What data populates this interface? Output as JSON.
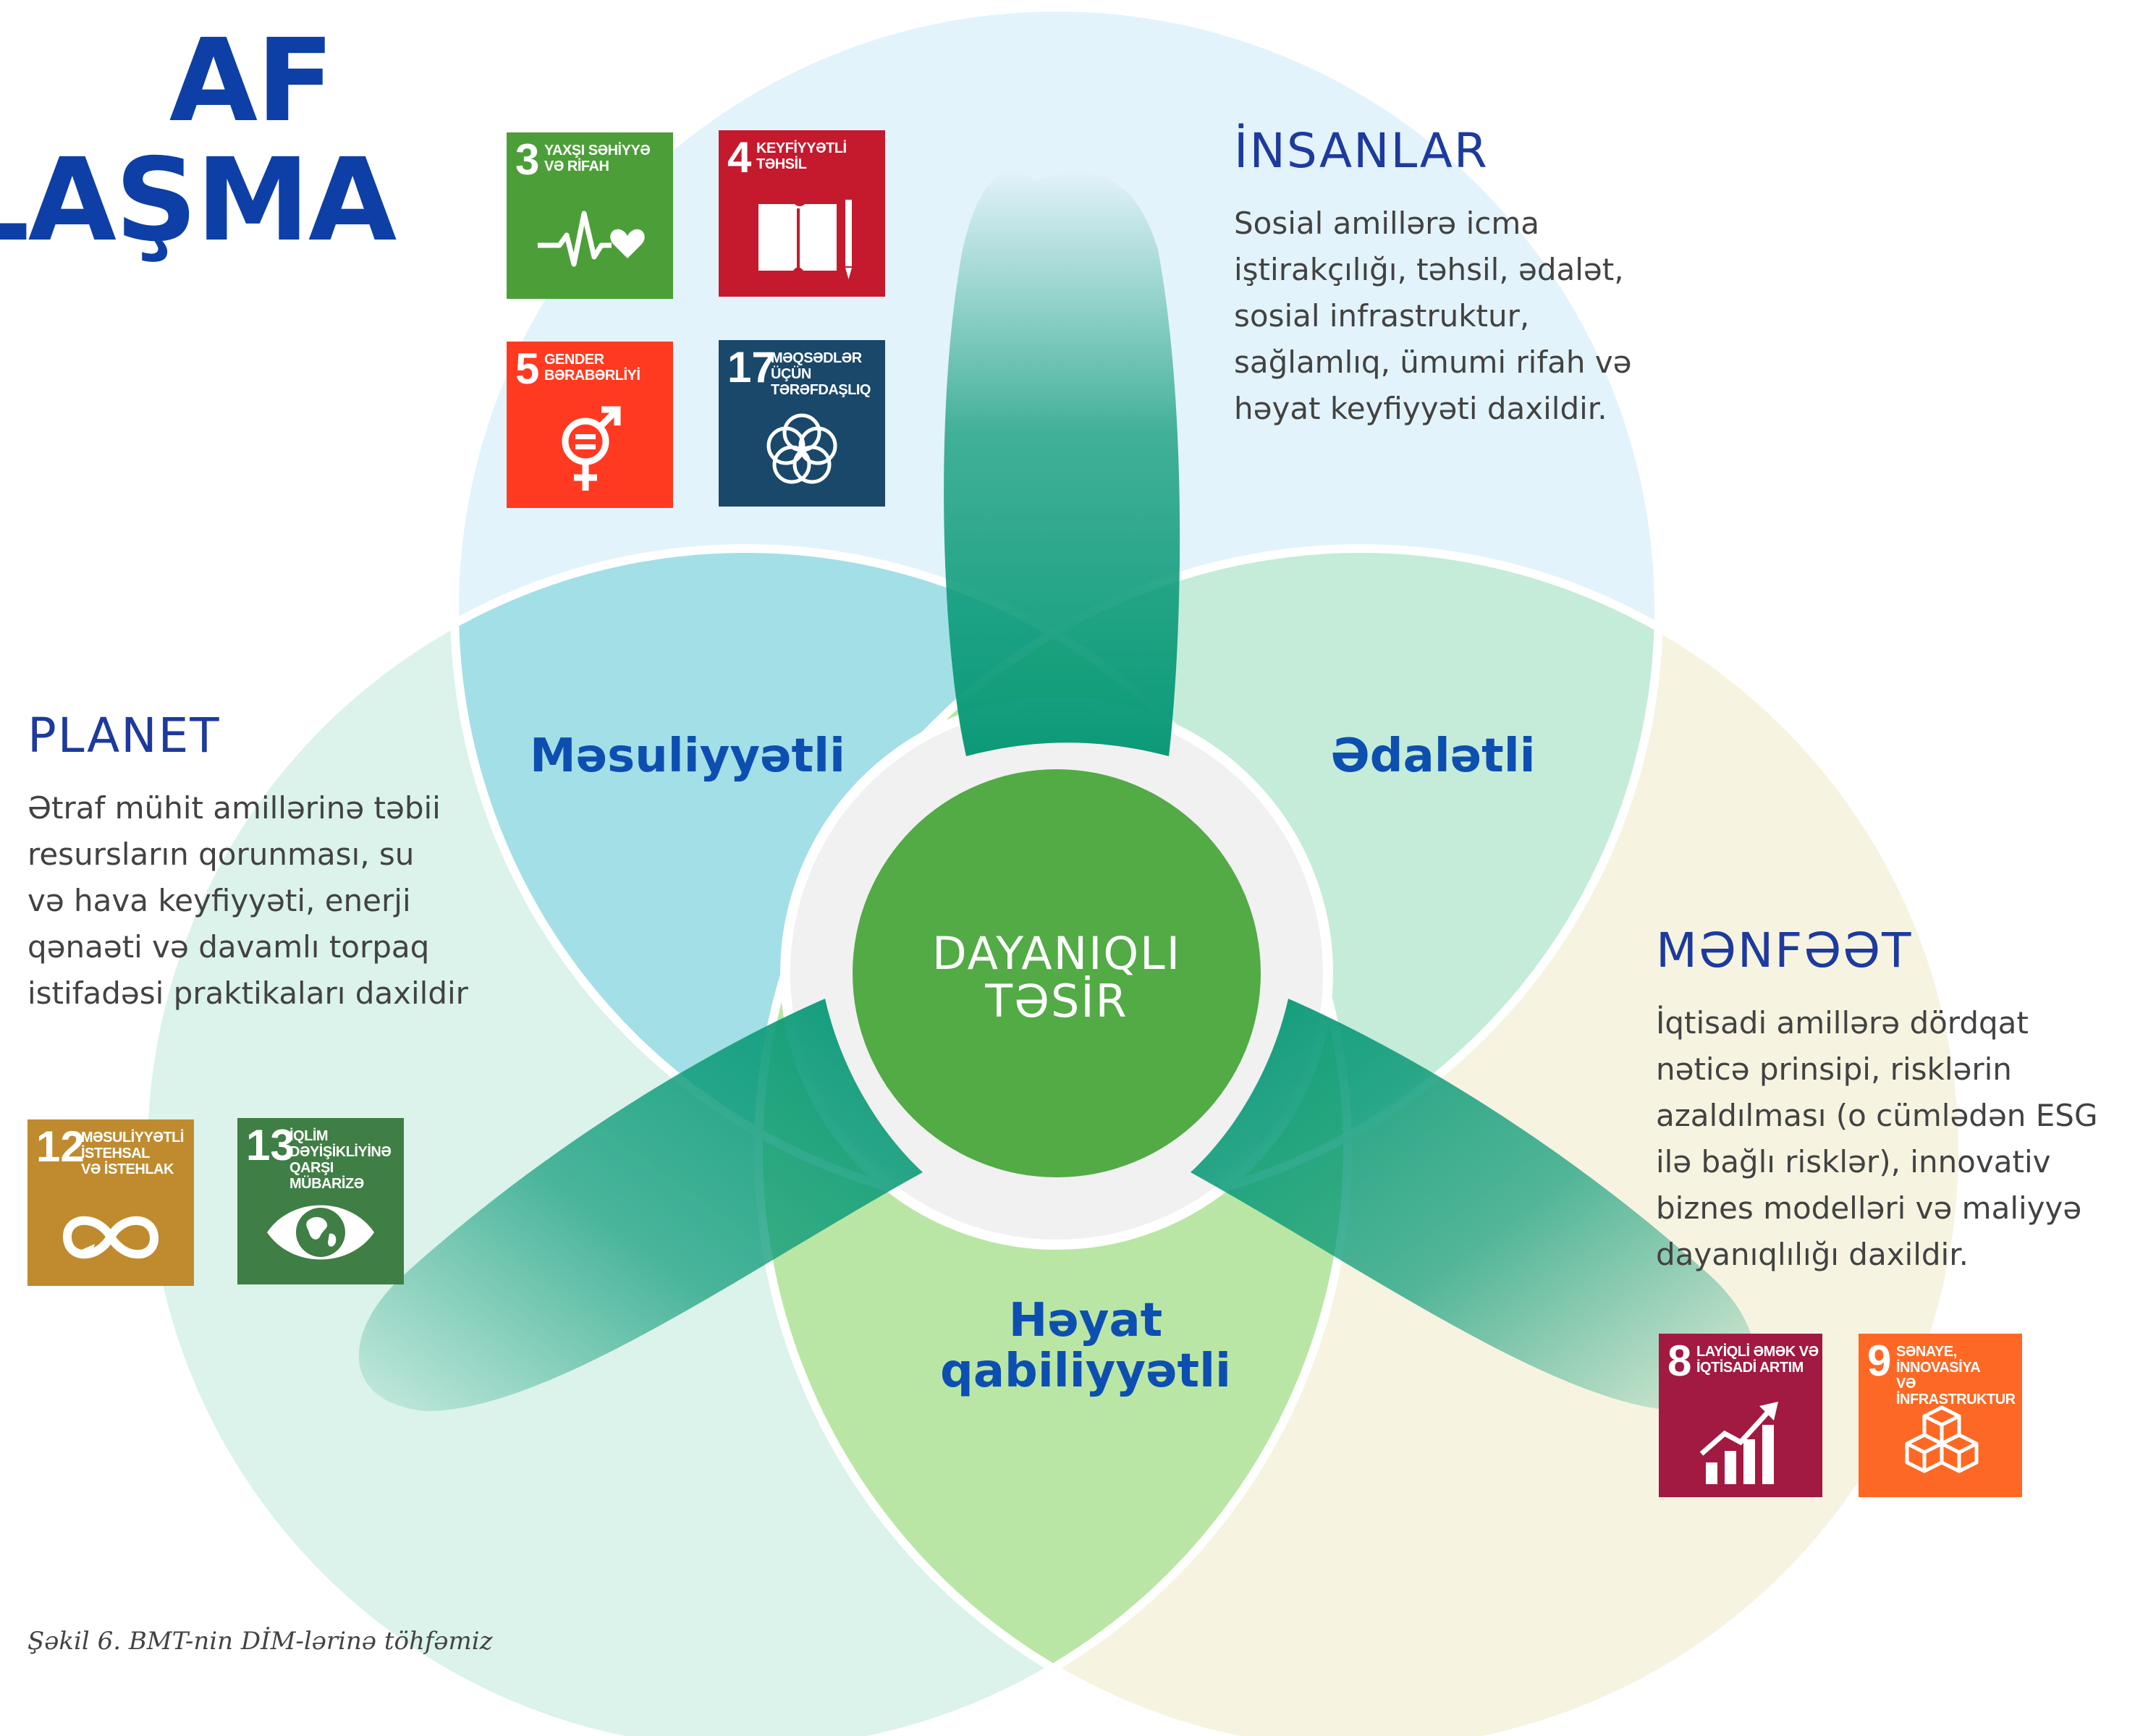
{
  "headline": {
    "text": "AF\nLAŞMA"
  },
  "sections": {
    "people": {
      "title": "İNSANLAR",
      "body": "Sosial amillərə icma\niştirakçılığı, təhsil, ədalət,\nsosial infrastruktur,\nsağlamlıq, ümumi rifah və\nhəyat keyfiyyəti daxildir."
    },
    "planet": {
      "title": "PLANET",
      "body": "Ətraf mühit amillərinə təbii\nresursların qorunması, su\nvə hava keyfiyyəti, enerji\nqənaəti və davamlı torpaq\nistifadəsi praktikaları daxildir"
    },
    "profit": {
      "title": "MƏNFƏƏT",
      "body": "İqtisadi amillərə dördqat\nnəticə prinsipi, risklərin\nazaldılması (o cümlədən ESG\nilə bağlı risklər), innovativ\nbiznes modelləri və maliyyə\ndayanıqlılığı daxildir."
    }
  },
  "overlaps": {
    "people_planet": "Məsuliyyətli",
    "people_profit": "Ədalətli",
    "planet_profit": "Həyat\nqabiliyyətli"
  },
  "center": {
    "label": "DAYANIQLI\nTƏSİR"
  },
  "caption": "Şəkil 6. BMT-nin DİM-lərinə töhfəmiz",
  "colors": {
    "people_circle": "#e3f3fb",
    "planet_circle": "#dbf3ea",
    "profit_circle": "#f6f4e1",
    "overlap_people_planet": "#a3dfe6",
    "overlap_people_profit": "#c4ecd9",
    "overlap_planet_profit": "#b9e6a5",
    "center": "#52ab45",
    "petal": "#0b9a78",
    "heading": "#1d3a9c",
    "overlap_text": "#0d4fb0"
  },
  "sdg_tiles": [
    {
      "number": "3",
      "title": "YAXŞI SƏHİYYƏ\nVƏ RİFAH",
      "color": "#4c9f38",
      "icon": "heartbeat-icon"
    },
    {
      "number": "4",
      "title": "KEYFİYYƏTLİ\nTƏHSİL",
      "color": "#c5192d",
      "icon": "book-pencil-icon"
    },
    {
      "number": "5",
      "title": "GENDER\nBƏRABƏRLİYİ",
      "color": "#ff3a21",
      "icon": "gender-equality-icon"
    },
    {
      "number": "17",
      "title": "MƏQSƏDLƏR ÜÇÜN\nTƏRƏFDAŞLIQ",
      "color": "#19486a",
      "icon": "partnership-rings-icon"
    },
    {
      "number": "12",
      "title": "MƏSULİYYƏTLİ\nİSTEHSAL\nVƏ İSTEHLAK",
      "color": "#bf8b2e",
      "icon": "infinity-icon"
    },
    {
      "number": "13",
      "title": "İQLİM DƏYİŞİKLİYİNƏ\nQARŞI MÜBARİZƏ",
      "color": "#3f7e44",
      "icon": "earth-eye-icon"
    },
    {
      "number": "8",
      "title": "LAYİQLİ ƏMƏK VƏ\nİQTİSADİ ARTIM",
      "color": "#a21942",
      "icon": "growth-chart-icon"
    },
    {
      "number": "9",
      "title": "SƏNAYE, İNNOVASİYA\nVƏ İNFRASTRUKTUR",
      "color": "#fd6925",
      "icon": "cubes-icon"
    }
  ]
}
